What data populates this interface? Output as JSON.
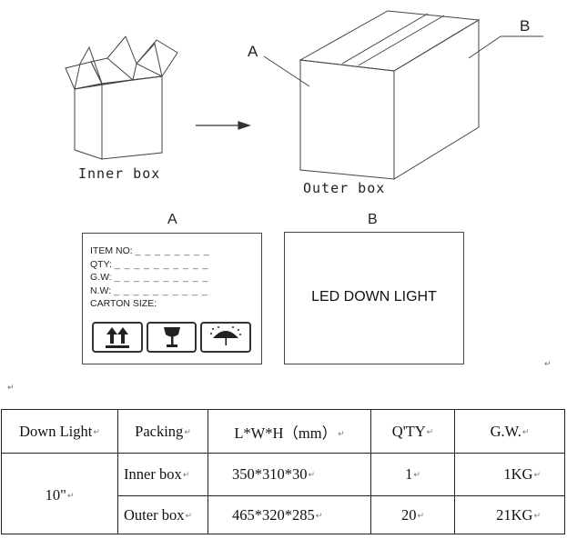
{
  "diagram": {
    "inner_box_label": "Inner box",
    "outer_box_label": "Outer box",
    "callout_a": "A",
    "callout_b": "B"
  },
  "panel_a": {
    "caption": "A",
    "fields": [
      {
        "label": "ITEM NO:",
        "dashes": "_ _ _ _ _ _ _ _"
      },
      {
        "label": "QTY:",
        "dashes": "_ _ _ _ _ _ _ _ _ _"
      },
      {
        "label": "G.W:",
        "dashes": "_ _ _ _ _ _ _ _ _ _"
      },
      {
        "label": "N.W:",
        "dashes": "_ _ _ _ _ _ _ _ _ _"
      },
      {
        "label": "CARTON SIZE:",
        "dashes": ""
      }
    ],
    "icons": [
      "this-way-up-icon",
      "fragile-glass-icon",
      "keep-dry-umbrella-icon"
    ]
  },
  "panel_b": {
    "caption": "B",
    "text": "LED DOWN LIGHT"
  },
  "return_mark": "↵",
  "table": {
    "headers": [
      "Down Light",
      "Packing",
      "L*W*H（mm）",
      "Q'TY",
      "G.W."
    ],
    "product": "10\"",
    "rows": [
      {
        "packing": "Inner box",
        "dims": "350*310*30",
        "qty": "1",
        "gw": "1KG"
      },
      {
        "packing": "Outer box",
        "dims": "465*320*285",
        "qty": "20",
        "gw": "21KG"
      }
    ]
  }
}
